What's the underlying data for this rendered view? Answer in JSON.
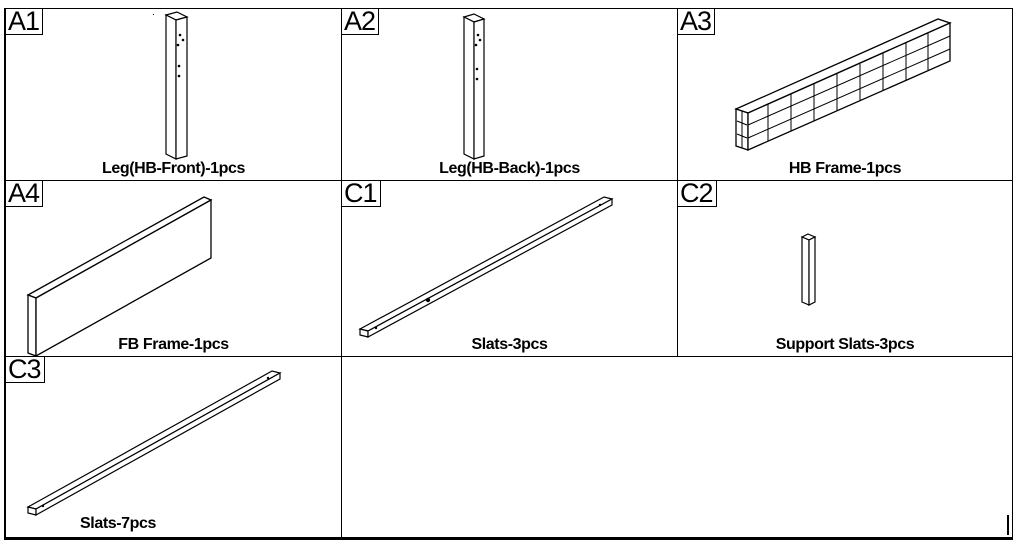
{
  "cells": [
    {
      "code": "A1",
      "label": "Leg(HB-Front)-1pcs"
    },
    {
      "code": "A2",
      "label": "Leg(HB-Back)-1pcs"
    },
    {
      "code": "A3",
      "label": "HB Frame-1pcs"
    },
    {
      "code": "A4",
      "label": "FB Frame-1pcs"
    },
    {
      "code": "C1",
      "label": "Slats-3pcs"
    },
    {
      "code": "C2",
      "label": "Support Slats-3pcs"
    },
    {
      "code": "C3",
      "label": "Slats-7pcs"
    }
  ],
  "header_dot": "."
}
